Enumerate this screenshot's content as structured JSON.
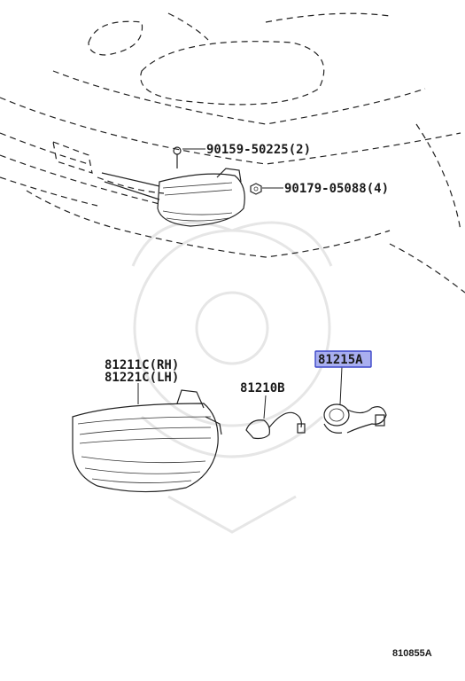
{
  "diagram": {
    "id_label": "810855A",
    "callouts": [
      {
        "id": "bolt",
        "text": "90159-50225(2)",
        "highlighted": false
      },
      {
        "id": "nut",
        "text": "90179-05088(4)",
        "highlighted": false
      },
      {
        "id": "lamp-rh",
        "text": "81211C(RH)",
        "highlighted": false
      },
      {
        "id": "lamp-lh",
        "text": "81221C(LH)",
        "highlighted": false
      },
      {
        "id": "bulb",
        "text": "81210B",
        "highlighted": false
      },
      {
        "id": "socket",
        "text": "81215A",
        "highlighted": true
      }
    ],
    "colors": {
      "line": "#222222",
      "highlight_fill": "#a9aff0",
      "highlight_border": "#3b46c9",
      "watermark": "#e6e6e6"
    }
  }
}
